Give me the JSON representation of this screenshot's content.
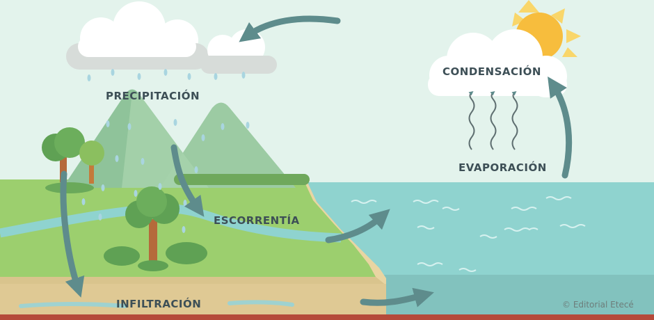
{
  "labels": {
    "precipitation": "PRECIPITACIÓN",
    "condensation": "CONDENSACIÓN",
    "evaporation": "EVAPORACIÓN",
    "runoff": "ESCORRENTÍA",
    "infiltration": "INFILTRACIÓN"
  },
  "credit": "© Editorial Etecé",
  "colors": {
    "sky": "#e3f3ec",
    "sea": "#8fd3cf",
    "land": "#9ccf6e",
    "sand": "#e9d5a2",
    "mountain": "#8fc39a",
    "arrow": "#5e8c8c",
    "sun": "#f7bd3d",
    "label": "#3d4f56"
  }
}
